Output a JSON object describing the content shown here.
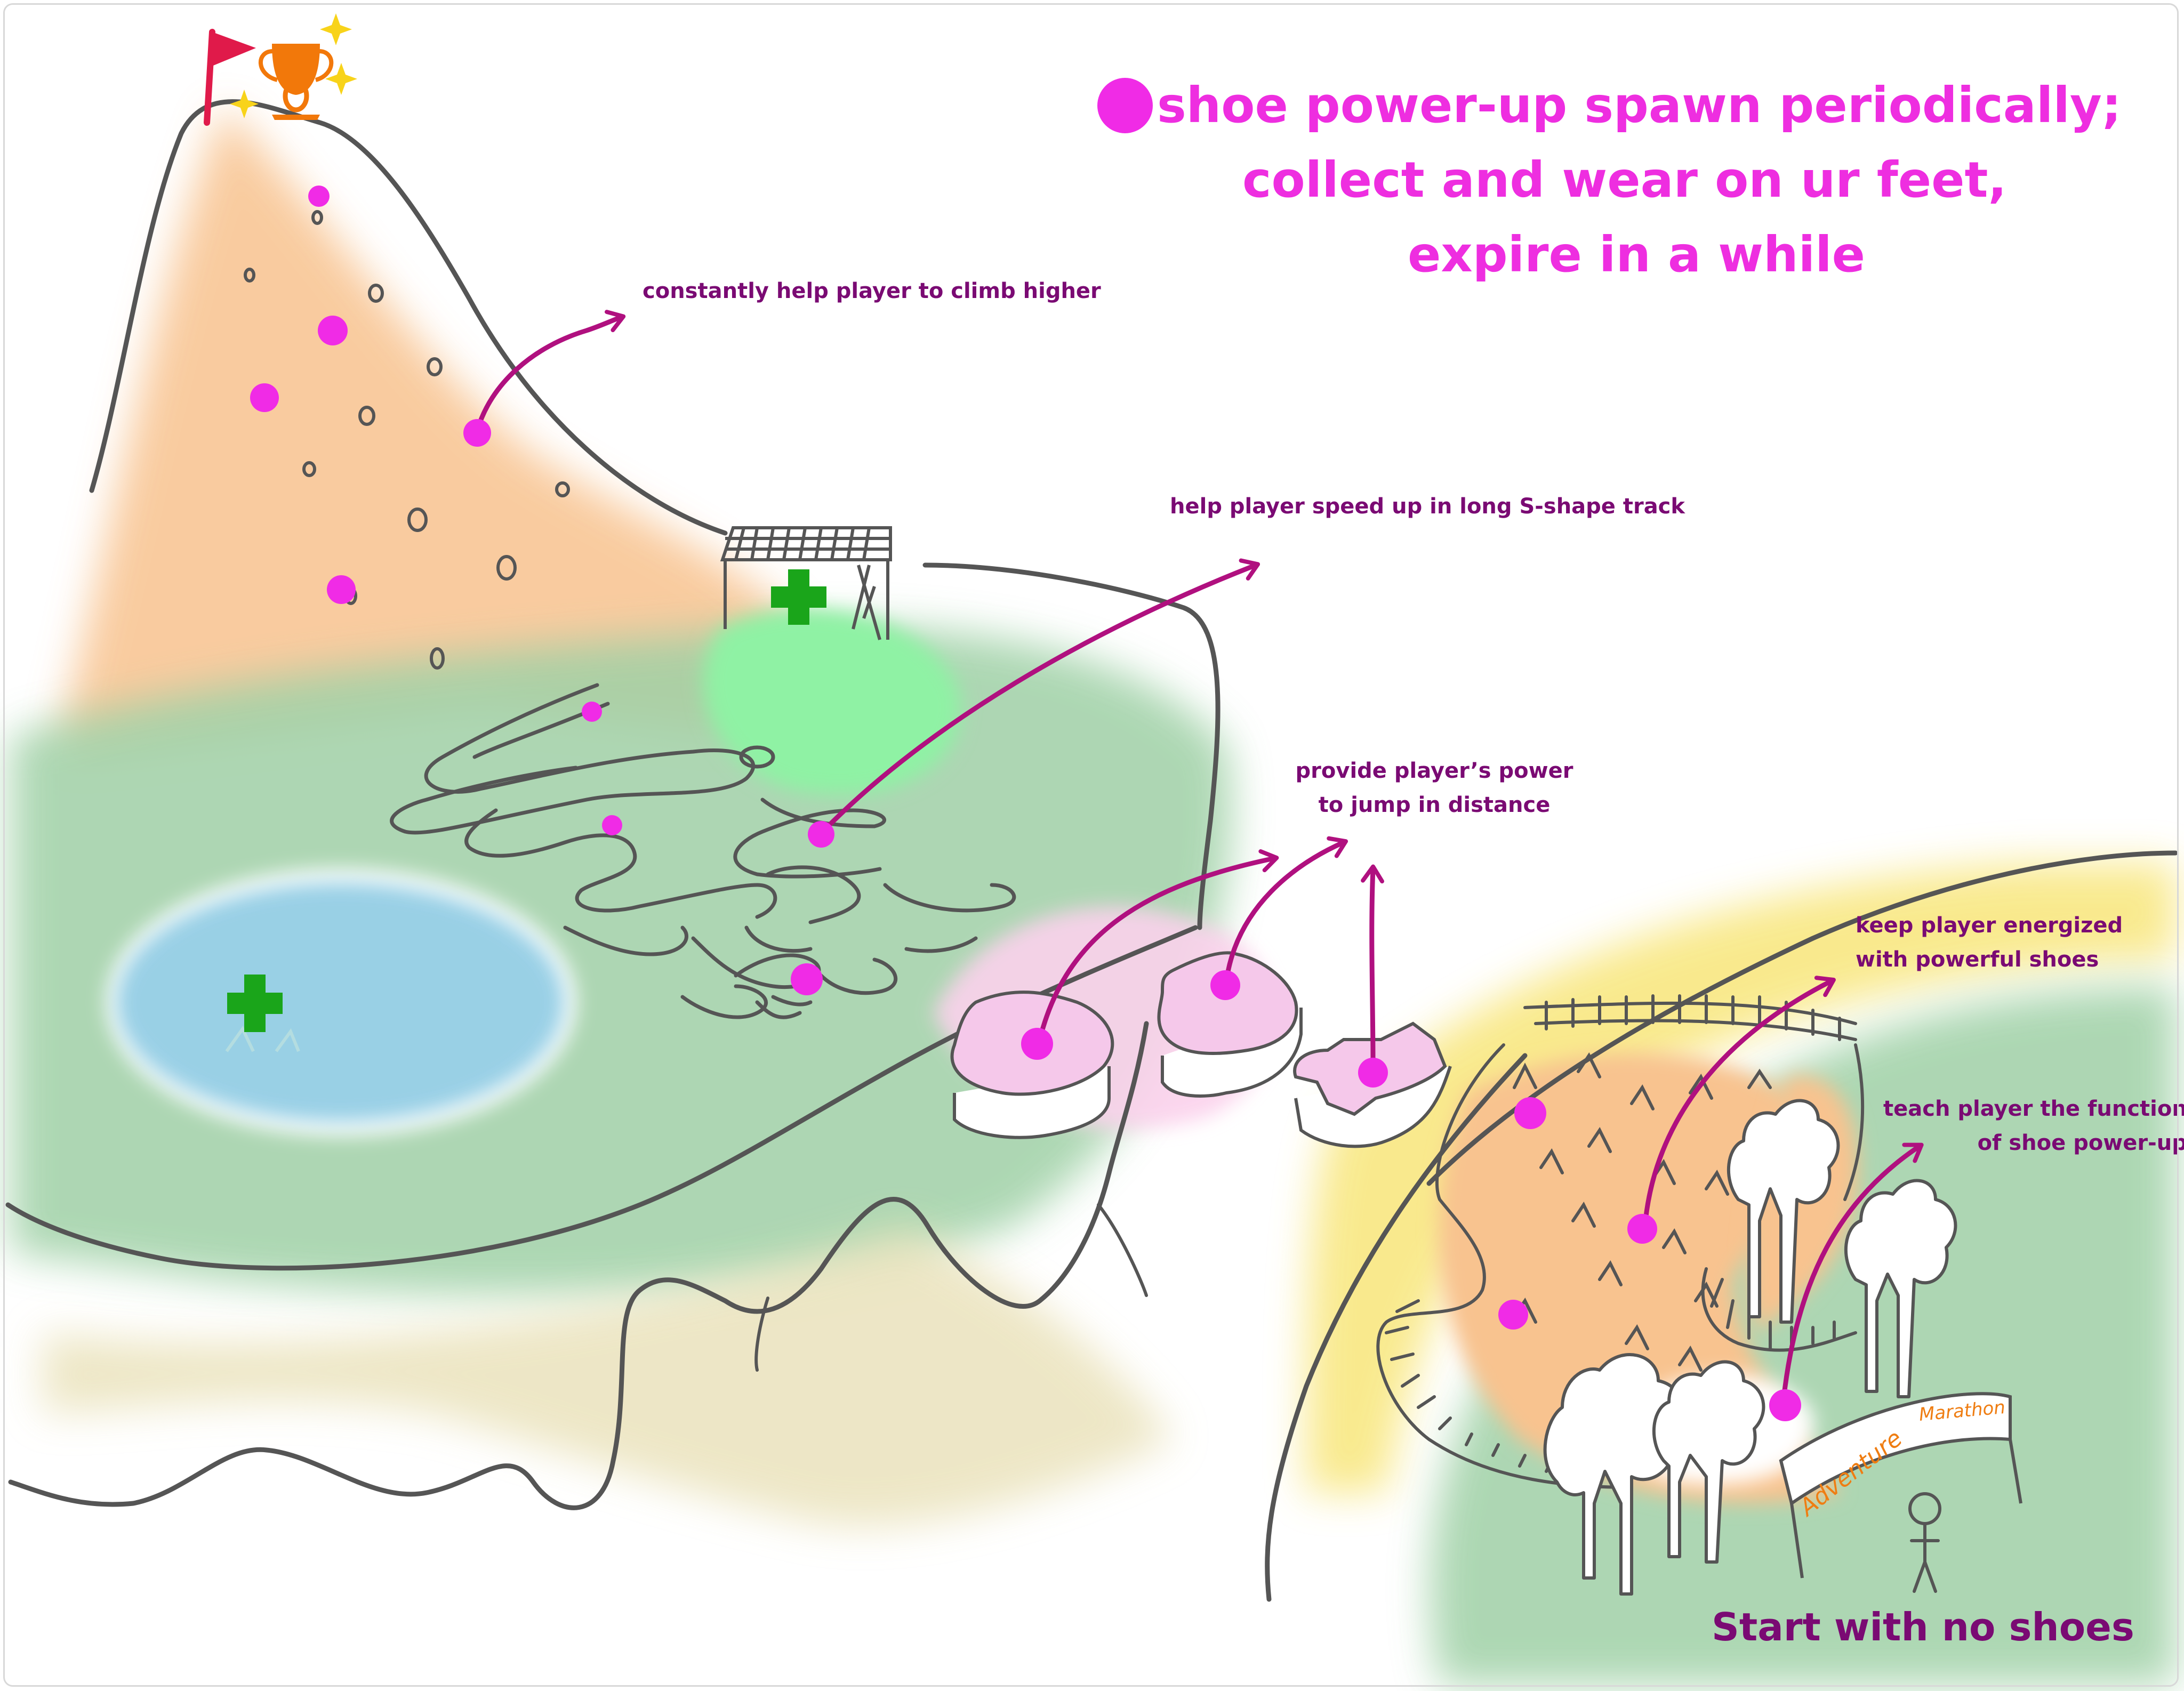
{
  "legend": {
    "line1": "shoe power-up spawn periodically;",
    "line2": "collect and wear on ur feet,",
    "line3": "expire in a while"
  },
  "annotations": {
    "climb": "constantly help player to climb higher",
    "speed": "help player speed up in long S-shape track",
    "jump_line1": "provide player’s power",
    "jump_line2": "to jump in distance",
    "energize_line1": "keep player energized",
    "energize_line2": "with powerful shoes",
    "teach_line1": "teach player the function",
    "teach_line2": "of shoe power-up"
  },
  "start_label": "Start with no shoes",
  "banner": {
    "word1": "Adventure",
    "word2": "Marathon"
  },
  "colors": {
    "powerup": "#f02be6",
    "arrow": "#b0107f",
    "annotation_text": "#7a0a73",
    "legend_text": "#ee2ee0",
    "mountain": "#f8c38f",
    "grass": "#9fd0a6",
    "lake": "#8ecbe3",
    "sand": "#f8d395",
    "yellow_glow": "#f8e67a",
    "health_cross": "#1aa51a",
    "banner_text": "#ef7d12"
  },
  "icons": [
    "flag-icon",
    "trophy-icon",
    "sparkle-icon",
    "health-cross-icon",
    "shoe-powerup-icon",
    "stick-figure-player-icon"
  ]
}
